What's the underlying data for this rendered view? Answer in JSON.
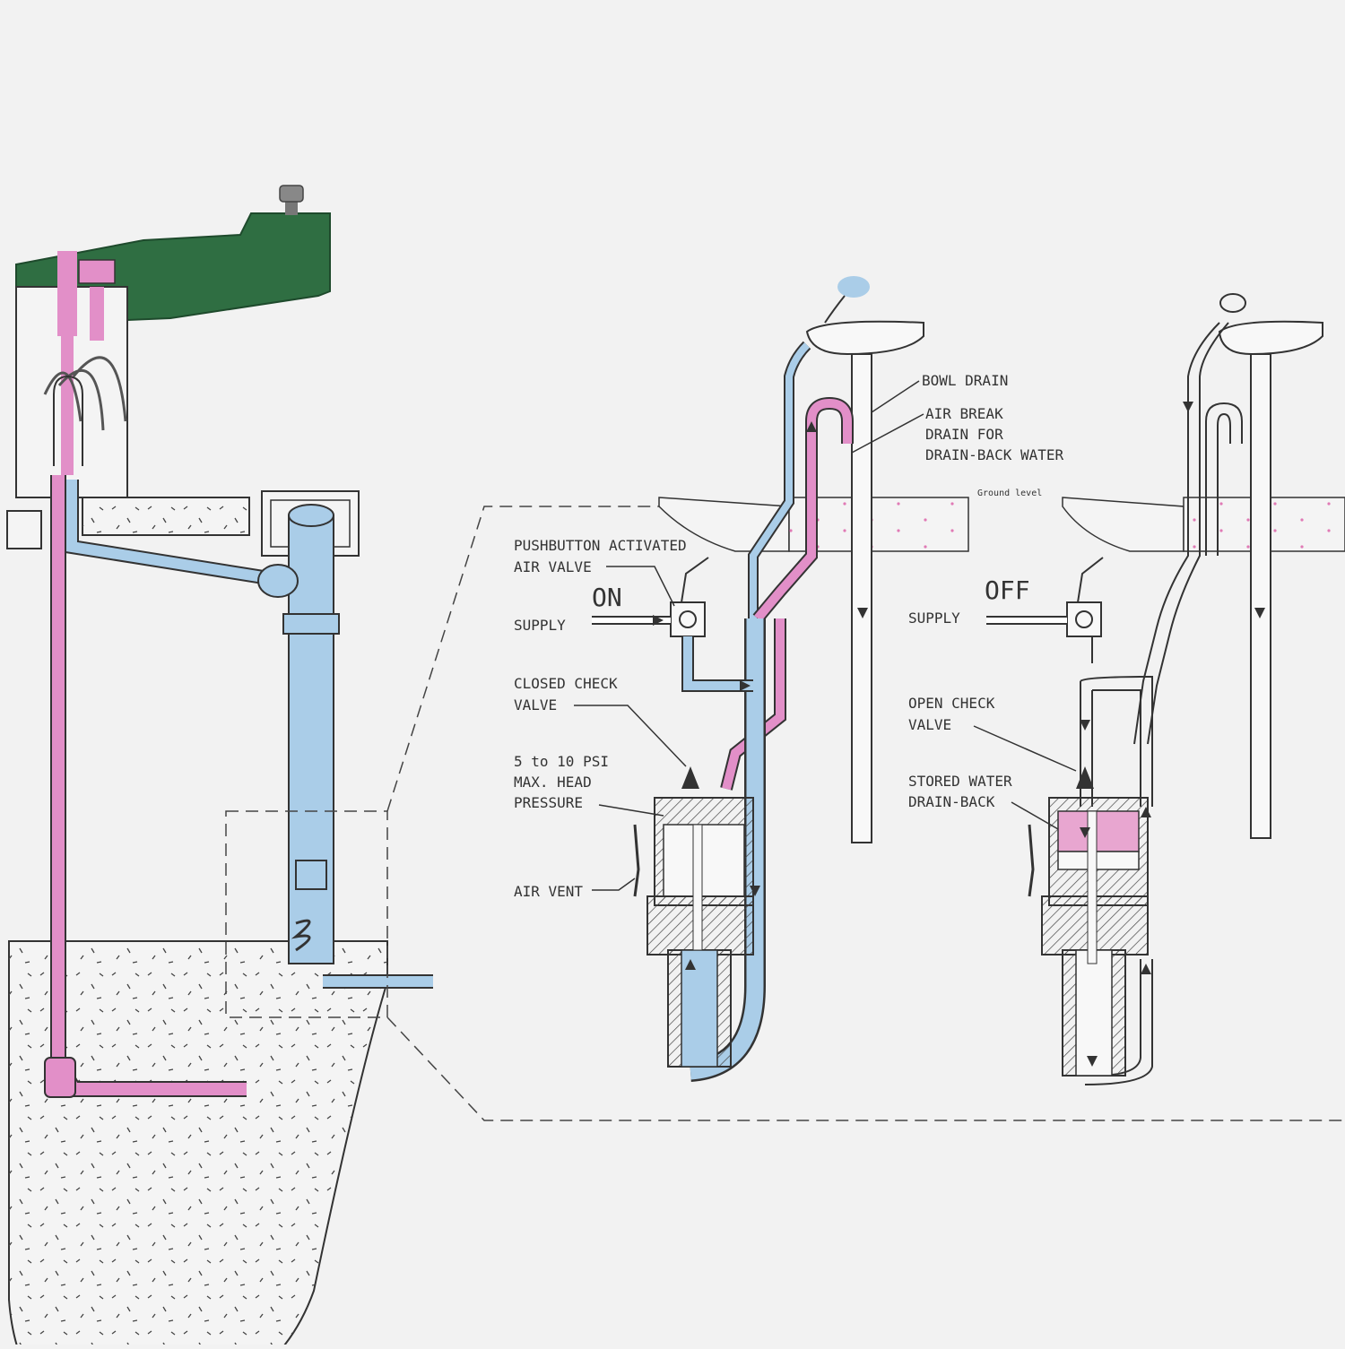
{
  "colors": {
    "background": "#f2f2f2",
    "fountain_green": "#2f6e42",
    "supply_pink": "#e28fc8",
    "water_blue": "#aacde8",
    "outline": "#3a3a3a"
  },
  "labels": {
    "on": "ON",
    "off": "OFF",
    "pushbutton_1": "PUSHBUTTON ACTIVATED",
    "pushbutton_2": "AIR VALVE",
    "supply_on": "SUPPLY",
    "supply_off": "SUPPLY",
    "closed_check_1": "CLOSED CHECK",
    "closed_check_2": "VALVE",
    "head_pressure_1": "5 to 10 PSI",
    "head_pressure_2": "MAX. HEAD",
    "head_pressure_3": "PRESSURE",
    "air_vent": "AIR VENT",
    "bowl_drain": "BOWL DRAIN",
    "air_break_1": "AIR BREAK",
    "air_break_2": "DRAIN FOR",
    "air_break_3": "DRAIN-BACK WATER",
    "ground_level": "Ground level",
    "open_check_1": "OPEN CHECK",
    "open_check_2": "VALVE",
    "stored_water_1": "STORED WATER",
    "stored_water_2": "DRAIN-BACK"
  },
  "icons": [
    "fountain-icon",
    "check-valve-icon",
    "air-valve-icon",
    "flow-arrow-icon"
  ]
}
